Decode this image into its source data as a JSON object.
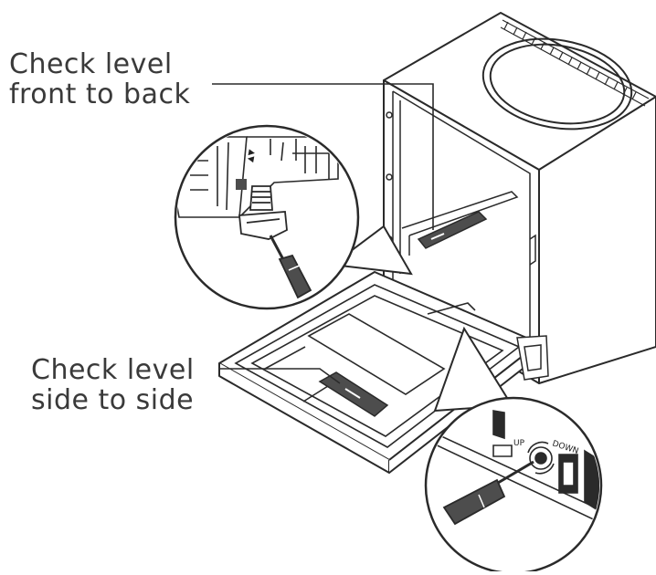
{
  "callouts": {
    "front_to_back": {
      "line1": "Check level",
      "line2": "front to back"
    },
    "side_to_side": {
      "line1": "Check level",
      "line2": "side to side"
    }
  },
  "adjuster_labels": {
    "up": "UP",
    "down": "DOWN"
  },
  "colors": {
    "line": "#2a2a2a",
    "text": "#3a3a3a",
    "level_fill": "#4d4d4d",
    "background": "#ffffff"
  },
  "icons": [
    "screwdriver-icon",
    "spirit-level-icon",
    "leveling-leg-icon",
    "adjustment-screw-icon"
  ]
}
